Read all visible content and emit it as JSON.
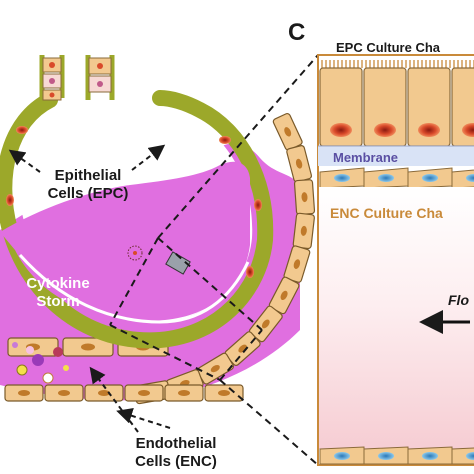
{
  "panel_letter": "C",
  "labels": {
    "epithelial_line1": "Epithelial",
    "epithelial_line2": "Cells (EPC)",
    "cytokine_line1": "Cytokine",
    "cytokine_line2": "Storm",
    "endothelial_line1": "Endothelial",
    "endothelial_line2": "Cells (ENC)"
  },
  "chip": {
    "epc_channel": "EPC Culture Cha",
    "membrane": "Membrane",
    "enc_channel": "ENC Culture Cha",
    "flow": "Flo"
  },
  "colors": {
    "tissue_magenta": "#e06fe0",
    "alveolar_wall": "#9ca82a",
    "cell_body": "#f2c98f",
    "nucleus_red": "#d94a2a",
    "enc_nucleus": "#5aa7d6",
    "membrane": "#b9c8ea",
    "enc_channel_fill": "#fbe3e6"
  }
}
